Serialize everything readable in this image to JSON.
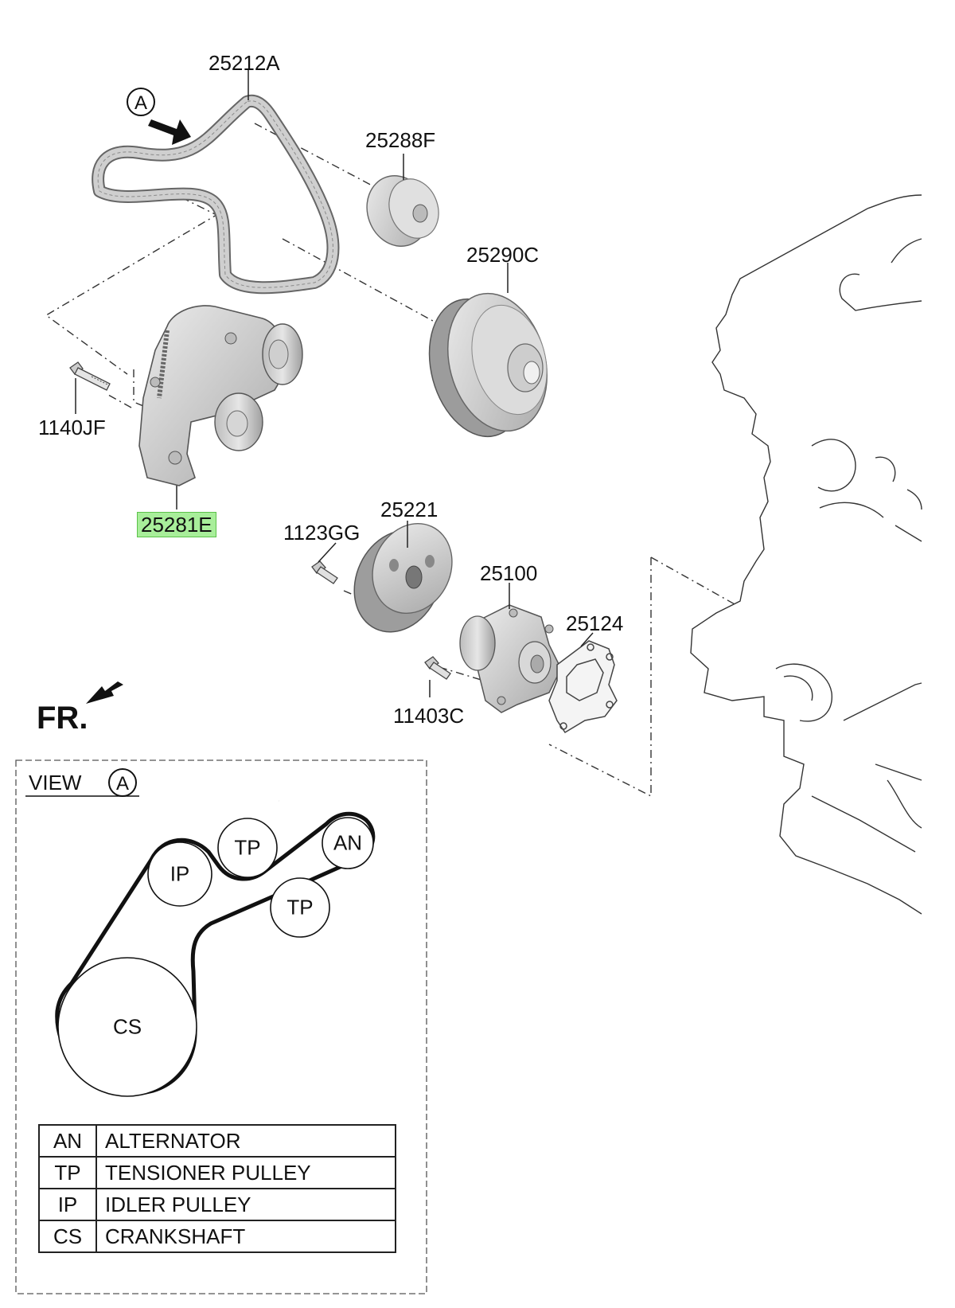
{
  "parts": {
    "belt": "25212A",
    "idler_pulley": "25288F",
    "crankshaft_pulley": "25290C",
    "tensioner_assembly": "25281E",
    "tensioner_bolt": "1140JF",
    "water_pump_pulley": "25221",
    "water_pump_pulley_bolt": "1123GG",
    "water_pump": "25100",
    "water_pump_gasket": "25124",
    "water_pump_bolt": "11403C"
  },
  "view_marker": "A",
  "front_label": "FR.",
  "view_box": {
    "title": "VIEW",
    "marker": "A",
    "pulleys": {
      "ip": "IP",
      "tp_upper": "TP",
      "an": "AN",
      "tp_lower": "TP",
      "cs": "CS"
    },
    "legend": [
      {
        "abbr": "AN",
        "name": "ALTERNATOR"
      },
      {
        "abbr": "TP",
        "name": "TENSIONER PULLEY"
      },
      {
        "abbr": "IP",
        "name": "IDLER PULLEY"
      },
      {
        "abbr": "CS",
        "name": "CRANKSHAFT"
      }
    ]
  },
  "colors": {
    "highlight": "#a8ee9a",
    "part_fill": "#d6d6d6",
    "part_shade": "#a9a9a9",
    "line": "#222222"
  }
}
